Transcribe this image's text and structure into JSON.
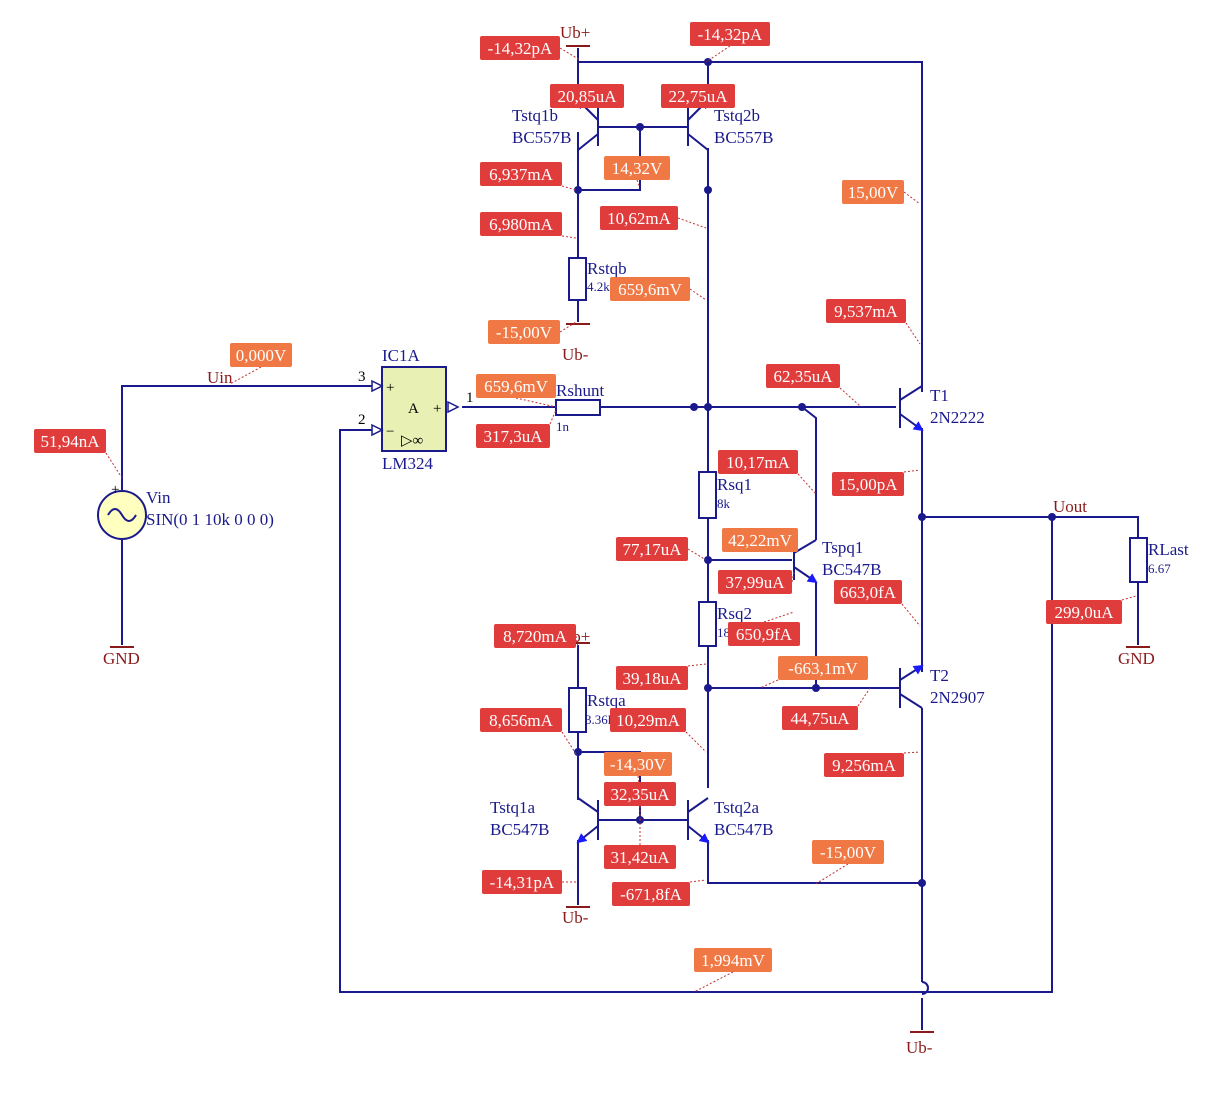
{
  "supply_labels": {
    "ub_plus": "Ub+",
    "ub_minus": "Ub-",
    "gnd": "GND"
  },
  "nets": {
    "uin": "Uin",
    "uout": "Uout"
  },
  "components": {
    "opamp_ref": "IC1A",
    "opamp_type": "LM324",
    "opamp_pin_plus_in": "3",
    "opamp_pin_minus_in": "2",
    "opamp_pin_out": "1",
    "opamp_sym_plus": "+",
    "opamp_sym_minus": "−",
    "opamp_sym_out_plus": "+",
    "opamp_sym_amp": "A",
    "opamp_sym_inf": "▷∞",
    "vin_ref": "Vin",
    "vin_value": "SIN(0 1 10k 0 0 0)",
    "vin_plus": "+",
    "rshunt_ref": "Rshunt",
    "rshunt_value": "1n",
    "rstqb_ref": "Rstqb",
    "rstqb_value": "4.2k",
    "rstqa_ref": "Rstqa",
    "rstqa_value": "3.36k",
    "rsq1_ref": "Rsq1",
    "rsq1_value": "8k",
    "rsq2_ref": "Rsq2",
    "rsq2_value": "18",
    "rlast_ref": "RLast",
    "rlast_value": "6.67",
    "tstq1b_ref": "Tstq1b",
    "tstq1b_type": "BC557B",
    "tstq2b_ref": "Tstq2b",
    "tstq2b_type": "BC557B",
    "tstq1a_ref": "Tstq1a",
    "tstq1a_type": "BC547B",
    "tstq2a_ref": "Tstq2a",
    "tstq2a_type": "BC547B",
    "tspq1_ref": "Tspq1",
    "tspq1_type": "BC547B",
    "t1_ref": "T1",
    "t1_type": "2N2222",
    "t2_ref": "T2",
    "t2_type": "2N2907"
  },
  "probe_colors": {
    "current": "#e03c3c",
    "voltage": "#f07844"
  },
  "probes": [
    {
      "id": "p01",
      "kind": "current",
      "text": "-14,32pA"
    },
    {
      "id": "p02",
      "kind": "current",
      "text": "-14,32pA"
    },
    {
      "id": "p03",
      "kind": "current",
      "text": "20,85uA"
    },
    {
      "id": "p04",
      "kind": "current",
      "text": "22,75uA"
    },
    {
      "id": "p05",
      "kind": "voltage",
      "text": "14,32V"
    },
    {
      "id": "p06",
      "kind": "current",
      "text": "6,937mA"
    },
    {
      "id": "p07",
      "kind": "current",
      "text": "6,980mA"
    },
    {
      "id": "p08",
      "kind": "current",
      "text": "10,62mA"
    },
    {
      "id": "p09",
      "kind": "voltage",
      "text": "15,00V"
    },
    {
      "id": "p10",
      "kind": "voltage",
      "text": "659,6mV"
    },
    {
      "id": "p11",
      "kind": "voltage",
      "text": "-15,00V"
    },
    {
      "id": "p12",
      "kind": "current",
      "text": "9,537mA"
    },
    {
      "id": "p13",
      "kind": "voltage",
      "text": "0,000V"
    },
    {
      "id": "p14",
      "kind": "current",
      "text": "62,35uA"
    },
    {
      "id": "p15",
      "kind": "voltage",
      "text": "659,6mV"
    },
    {
      "id": "p16",
      "kind": "current",
      "text": "317,3uA"
    },
    {
      "id": "p17",
      "kind": "current",
      "text": "51,94nA"
    },
    {
      "id": "p18",
      "kind": "current",
      "text": "10,17mA"
    },
    {
      "id": "p19",
      "kind": "current",
      "text": "15,00pA"
    },
    {
      "id": "p20",
      "kind": "current",
      "text": "77,17uA"
    },
    {
      "id": "p21",
      "kind": "voltage",
      "text": "42,22mV"
    },
    {
      "id": "p22",
      "kind": "current",
      "text": "37,99uA"
    },
    {
      "id": "p23",
      "kind": "current",
      "text": "663,0fA"
    },
    {
      "id": "p24",
      "kind": "current",
      "text": "299,0uA"
    },
    {
      "id": "p25",
      "kind": "current",
      "text": "8,720mA"
    },
    {
      "id": "p26",
      "kind": "current",
      "text": "650,9fA"
    },
    {
      "id": "p27",
      "kind": "current",
      "text": "39,18uA"
    },
    {
      "id": "p28",
      "kind": "voltage",
      "text": "-663,1mV"
    },
    {
      "id": "p29",
      "kind": "current",
      "text": "44,75uA"
    },
    {
      "id": "p30",
      "kind": "current",
      "text": "8,656mA"
    },
    {
      "id": "p31",
      "kind": "current",
      "text": "10,29mA"
    },
    {
      "id": "p32",
      "kind": "voltage",
      "text": "-14,30V"
    },
    {
      "id": "p33",
      "kind": "current",
      "text": "9,256mA"
    },
    {
      "id": "p34",
      "kind": "current",
      "text": "32,35uA"
    },
    {
      "id": "p35",
      "kind": "current",
      "text": "31,42uA"
    },
    {
      "id": "p36",
      "kind": "voltage",
      "text": "-15,00V"
    },
    {
      "id": "p37",
      "kind": "current",
      "text": "-14,31pA"
    },
    {
      "id": "p38",
      "kind": "current",
      "text": "-671,8fA"
    },
    {
      "id": "p39",
      "kind": "voltage",
      "text": "1,994mV"
    }
  ]
}
